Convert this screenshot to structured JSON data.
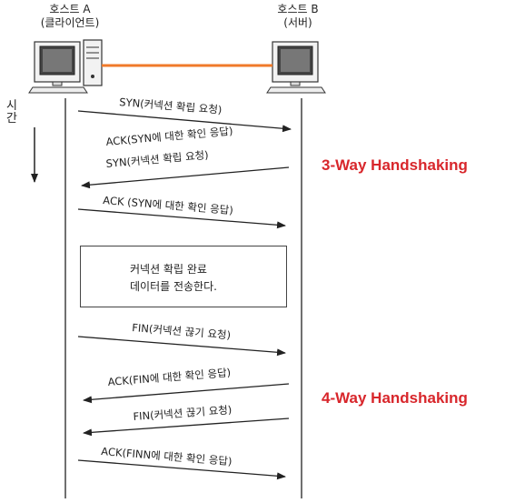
{
  "hosts": {
    "a": {
      "name": "호스트 A",
      "role": "(클라이언트)"
    },
    "b": {
      "name": "호스트 B",
      "role": "(서버)"
    }
  },
  "time_label": "시간",
  "handshake3_title": "3-Way Handshaking",
  "handshake4_title": "4-Way Handshaking",
  "data_box": {
    "line1": "커넥션 확립 완료",
    "line2": "데이터를 전송한다."
  },
  "messages": [
    {
      "label": "SYN(커넥션 확립 요청)",
      "direction": "a-to-b"
    },
    {
      "label": "ACK(SYN에 대한 확인 응답)",
      "direction": "b-to-a"
    },
    {
      "label": "SYN(커넥션 확립 요청)",
      "direction": "b-to-a"
    },
    {
      "label": "ACK (SYN에 대한 확인 응답)",
      "direction": "a-to-b"
    },
    {
      "label": "FIN(커넥션 끊기 요청)",
      "direction": "a-to-b"
    },
    {
      "label": "ACK(FIN에 대한 확인 응답)",
      "direction": "b-to-a"
    },
    {
      "label": "FIN(커넥션 끊기 요청)",
      "direction": "b-to-a"
    },
    {
      "label": "ACK(FINN에 대한 확인 응답)",
      "direction": "a-to-b"
    }
  ],
  "colors": {
    "link": "#f07a2a",
    "title": "#d8262b",
    "stroke": "#222222"
  }
}
